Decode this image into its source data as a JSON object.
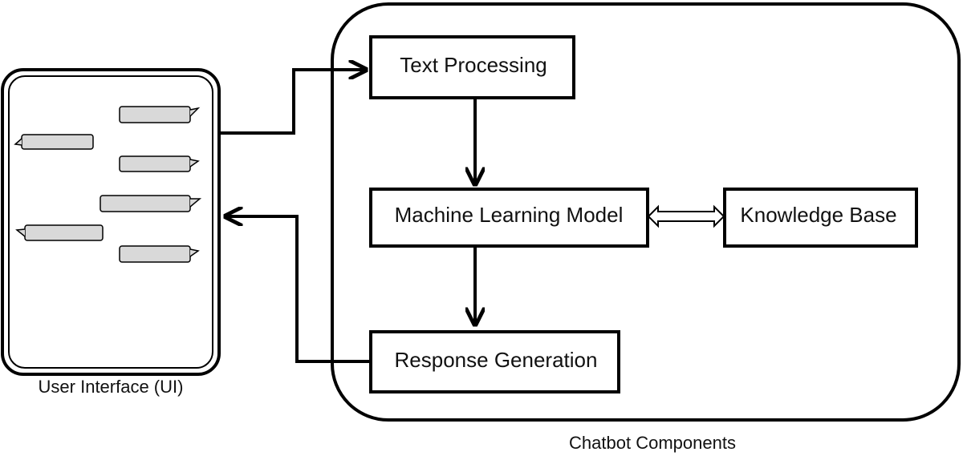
{
  "ui_panel": {
    "caption": "User Interface (UI)",
    "bubble_fill": "#d9d9d9"
  },
  "chatbot": {
    "caption": "Chatbot Components",
    "boxes": {
      "text_processing": "Text Processing",
      "ml_model": "Machine Learning Model",
      "knowledge_base": "Knowledge Base",
      "response_generation": "Response Generation"
    }
  },
  "colors": {
    "stroke": "#000000",
    "background": "#ffffff"
  }
}
